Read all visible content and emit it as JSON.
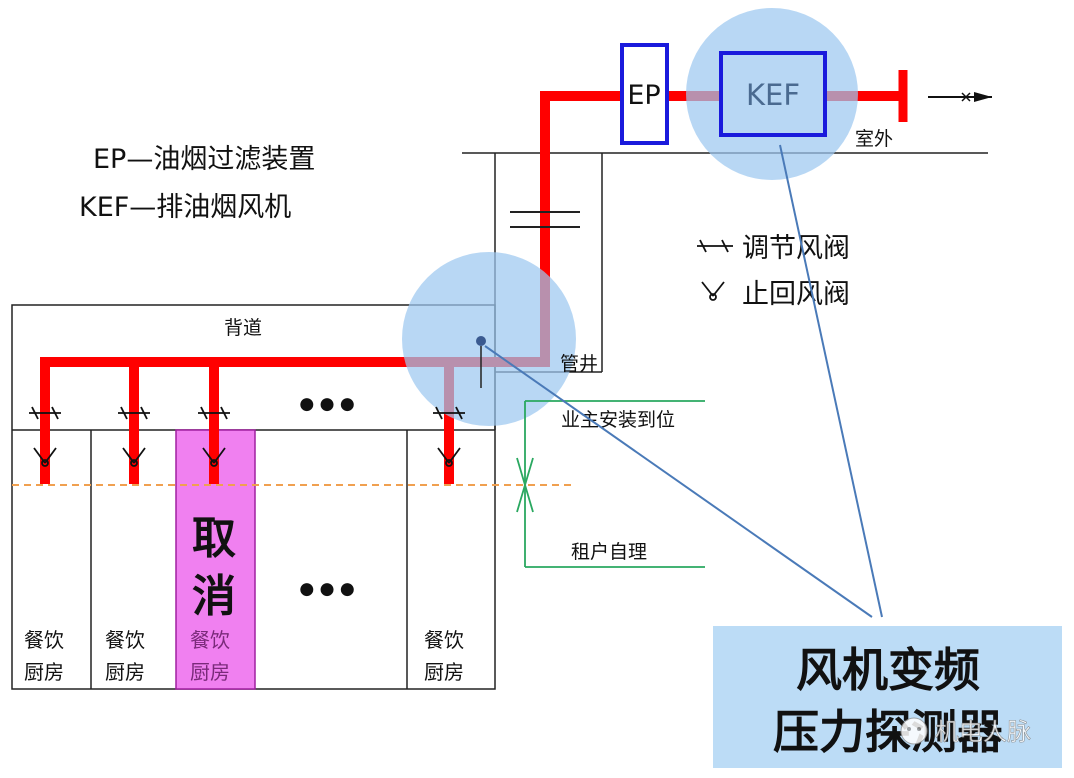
{
  "legend": {
    "ep_def": "EP—油烟过滤装置",
    "kef_def": "KEF—排油烟风机",
    "regulating_damper": "调节风阀",
    "check_damper": "止回风阀"
  },
  "equipment": {
    "ep": "EP",
    "kef": "KEF"
  },
  "labels": {
    "outdoor": "室外",
    "back_corridor": "背道",
    "pipe_shaft": "管井",
    "owner_installed": "业主安装到位",
    "tenant_managed": "租户自理",
    "cancelled": "取消",
    "ellipsis": "● ● ●"
  },
  "kitchens": [
    {
      "line1": "餐饮",
      "line2": "厨房"
    },
    {
      "line1": "餐饮",
      "line2": "厨房"
    },
    {
      "line1": "餐饮",
      "line2": "厨房"
    },
    {
      "line1": "餐饮",
      "line2": "厨房"
    }
  ],
  "callout": {
    "line1": "风机变频",
    "line2": "压力探测器"
  },
  "watermark": "机电人脉",
  "colors": {
    "duct": "#ff0000",
    "equipment_border": "#1a1adc",
    "highlight_circle": "#9cc8f0",
    "callout_box": "#bcdcf6",
    "leader_line": "#4a7ab8",
    "cancel_fill": "#f080f0",
    "cancel_border": "#a020a0",
    "bracket": "#2aa860",
    "dashed_line": "#f0a050"
  }
}
